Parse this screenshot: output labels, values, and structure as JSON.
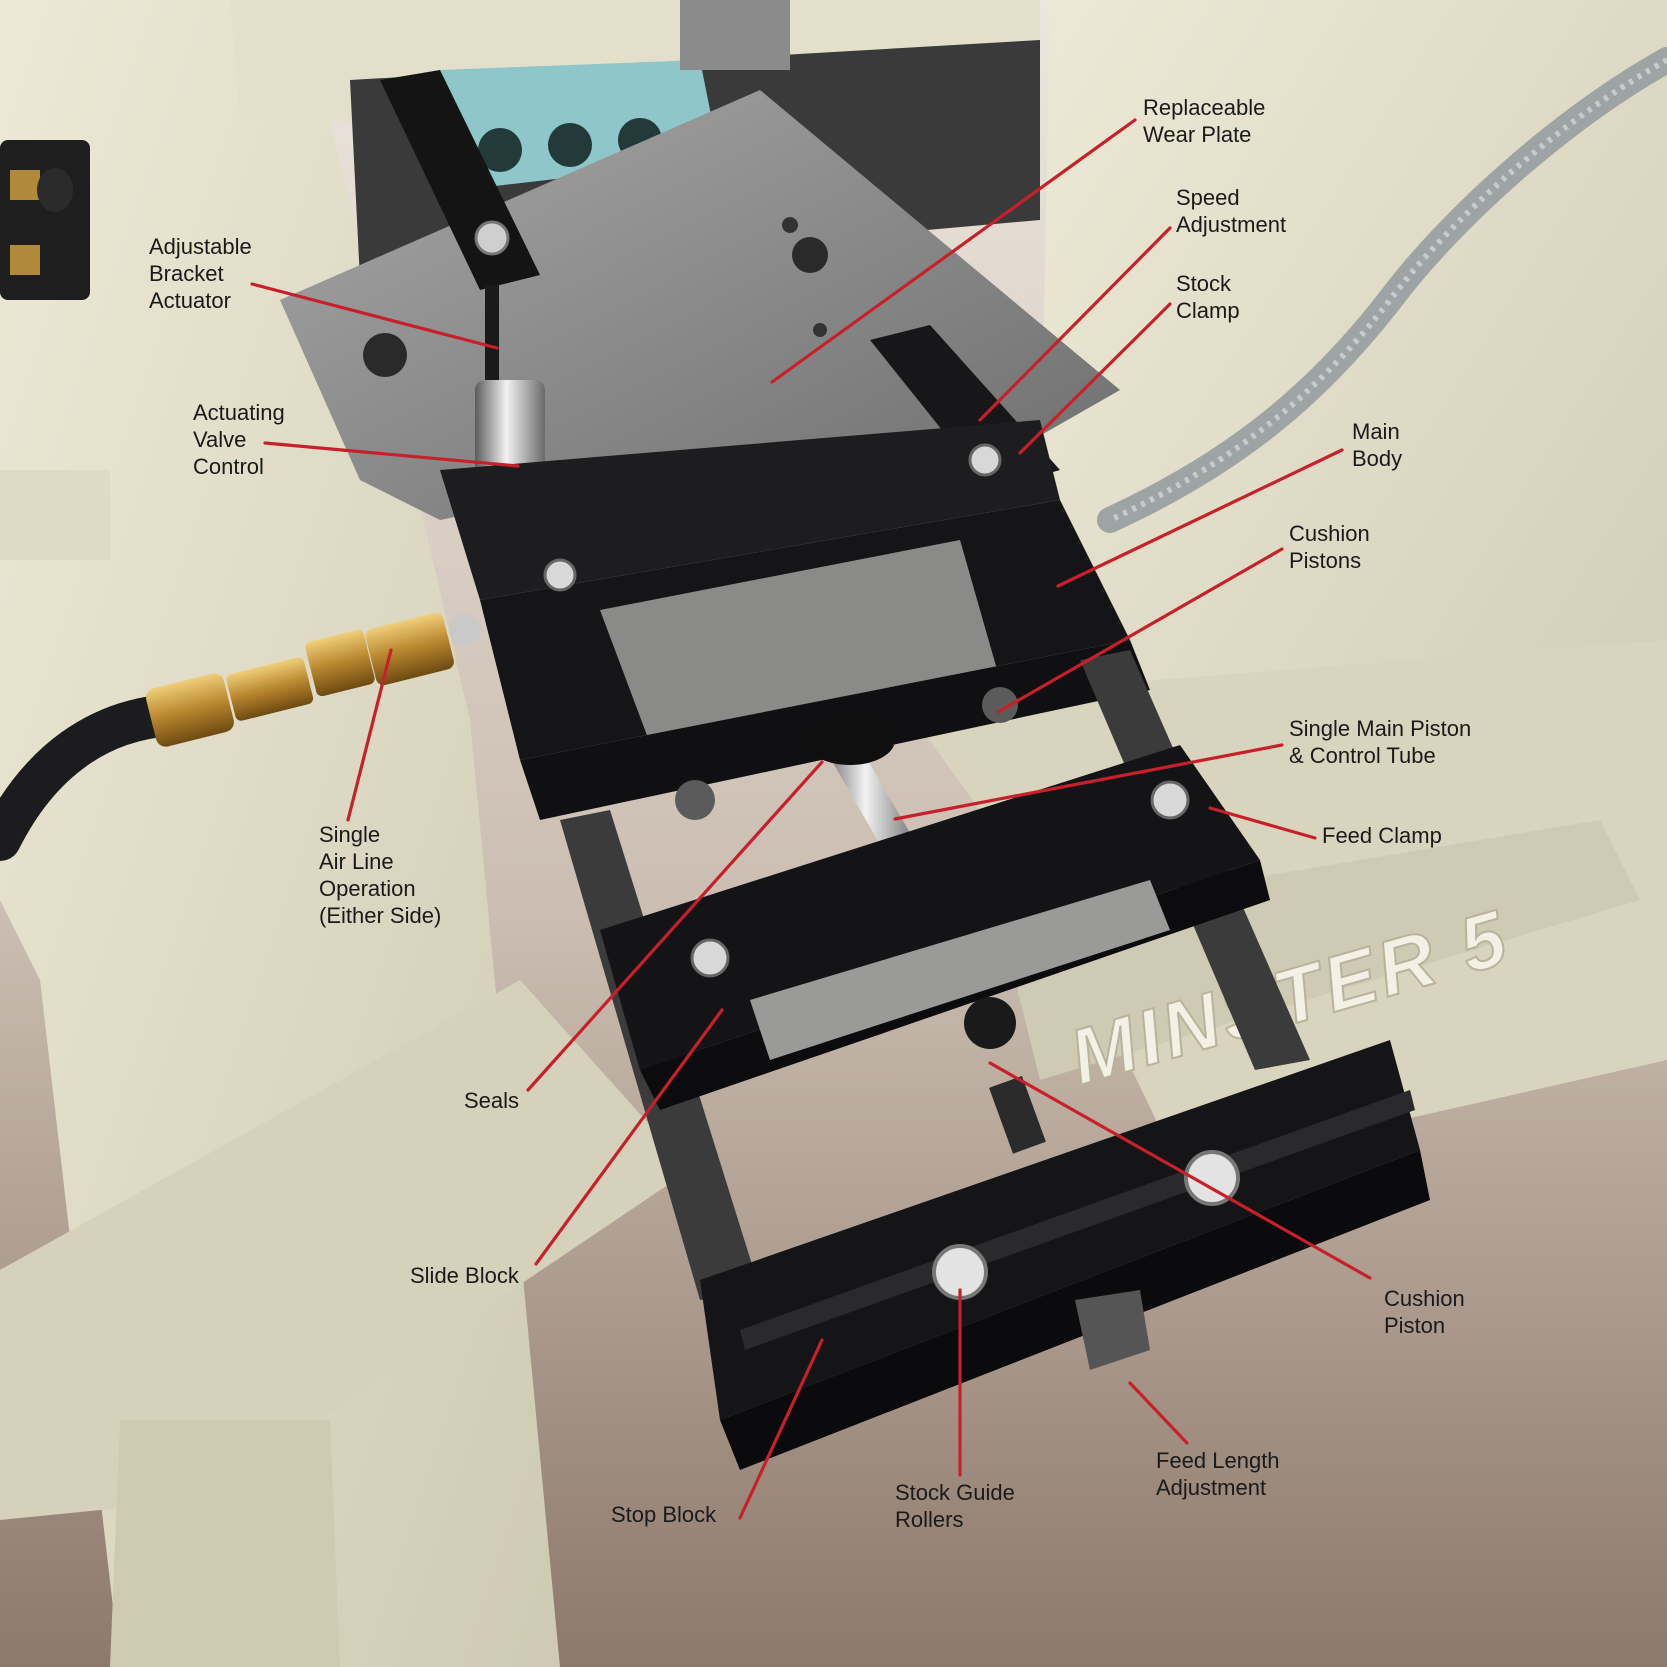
{
  "colors": {
    "callout_line": "#c8202a",
    "feeder_body": "#17171a",
    "press_frame": "#e4e0cc",
    "wear_plate": "#8c8d8c",
    "background_top": "#e7dfd6",
    "background_bottom": "#8f7c70"
  },
  "brand_text": "MINSTER 5",
  "labels": {
    "replaceable_wear_plate": [
      "Replaceable",
      "Wear Plate"
    ],
    "speed_adjustment": [
      "Speed",
      "Adjustment"
    ],
    "stock_clamp": [
      "Stock",
      "Clamp"
    ],
    "adjustable_bracket_actuator": [
      "Adjustable",
      "Bracket",
      "Actuator"
    ],
    "actuating_valve_control": [
      "Actuating",
      "Valve",
      "Control"
    ],
    "main_body": [
      "Main",
      "Body"
    ],
    "cushion_pistons": [
      "Cushion",
      "Pistons"
    ],
    "single_main_piston": [
      "Single Main Piston",
      "& Control Tube"
    ],
    "feed_clamp": [
      "Feed Clamp"
    ],
    "single_air_line": [
      "Single",
      "Air Line",
      "Operation",
      "(Either Side)"
    ],
    "seals": [
      "Seals"
    ],
    "slide_block": [
      "Slide Block"
    ],
    "cushion_piston": [
      "Cushion",
      "Piston"
    ],
    "feed_length_adjustment": [
      "Feed Length",
      "Adjustment"
    ],
    "stock_guide_rollers": [
      "Stock Guide",
      "Rollers"
    ],
    "stop_block": [
      "Stop Block"
    ]
  }
}
